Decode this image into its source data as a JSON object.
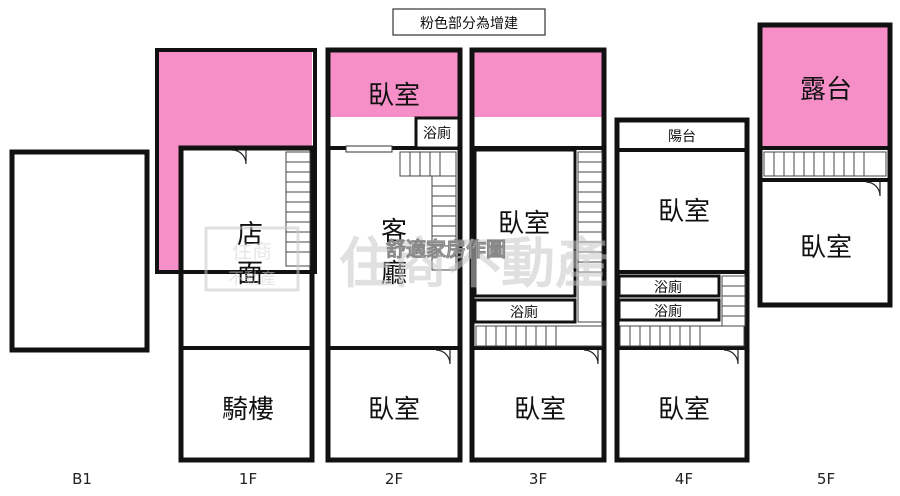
{
  "note": "粉色部分為增建",
  "watermarks": {
    "brand": "住商不動產",
    "overlay": "舒適家房作圖",
    "stamp_top": "住商",
    "stamp_bottom": "不動產"
  },
  "floors": {
    "b1": {
      "label": "B1"
    },
    "f1": {
      "label": "1F",
      "shop_top": "店",
      "shop_bottom": "面",
      "arcade": "騎樓"
    },
    "f2": {
      "label": "2F",
      "bedroom_pink": "臥室",
      "bath": "浴廁",
      "living_top": "客",
      "living_bottom": "廳",
      "bedroom": "臥室"
    },
    "f3": {
      "label": "3F",
      "bedroom_top": "臥室",
      "bath": "浴廁",
      "bedroom": "臥室"
    },
    "f4": {
      "label": "4F",
      "balcony": "陽台",
      "bedroom_top": "臥室",
      "bath1": "浴廁",
      "bath2": "浴廁",
      "bedroom": "臥室"
    },
    "f5": {
      "label": "5F",
      "terrace": "露台",
      "bedroom": "臥室"
    }
  },
  "colors": {
    "addition": "#f68fc8"
  }
}
